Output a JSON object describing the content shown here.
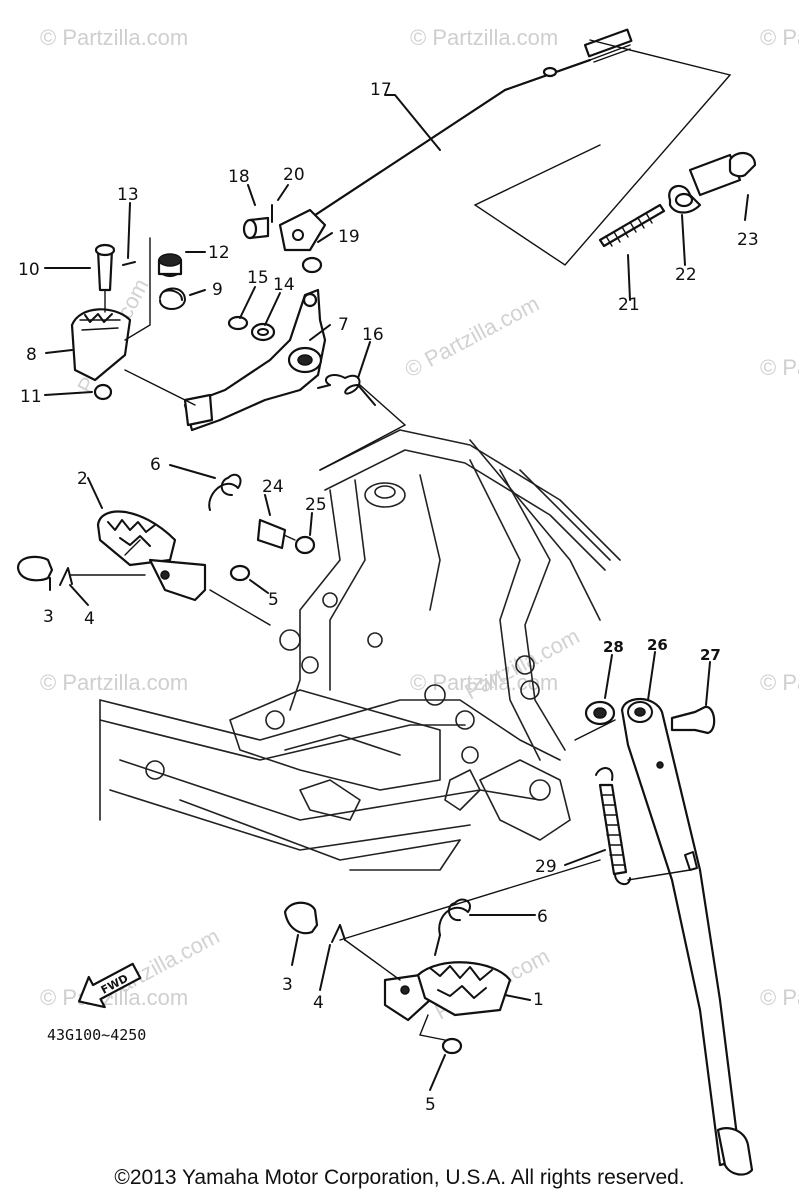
{
  "watermark": {
    "center_text": "© Partzilla.com",
    "tile_text": "© Partzilla.com",
    "diagonal_text": "Partzilla.com"
  },
  "diagram_code": "43G100~4250",
  "fwd_label": "FWD",
  "callouts": {
    "c1": "1",
    "c2": "2",
    "c3a": "3",
    "c3b": "3",
    "c4a": "4",
    "c4b": "4",
    "c5a": "5",
    "c5b": "5",
    "c6a": "6",
    "c6b": "6",
    "c7": "7",
    "c8": "8",
    "c9": "9",
    "c10": "10",
    "c11": "11",
    "c12": "12",
    "c13": "13",
    "c14": "14",
    "c15": "15",
    "c16": "16",
    "c17": "17",
    "c18": "18",
    "c19": "19",
    "c20": "20",
    "c21": "21",
    "c22": "22",
    "c23": "23",
    "c24": "24",
    "c25": "25",
    "c26": "26",
    "c27": "27",
    "c28": "28",
    "c29": "29"
  },
  "copyright": "©2013 Yamaha Motor Corporation, U.S.A. All rights reserved."
}
